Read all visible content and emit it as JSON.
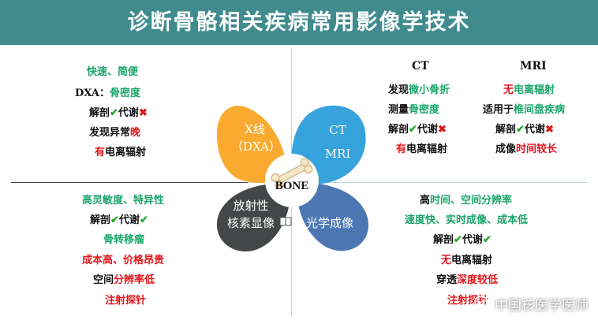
{
  "title": "诊断骨骼相关疾病常用影像学技术",
  "center": {
    "label": "BONE"
  },
  "petals": {
    "xray": {
      "line1": "X线",
      "line2": "（DXA）",
      "color": "#f9aa2f"
    },
    "ct_mri": {
      "line1": "CT",
      "line2": "MRI",
      "color": "#36a3dd"
    },
    "nuclear": {
      "line1": "放射性",
      "line2": "核素显像",
      "color": "#444748"
    },
    "optical": {
      "line1": "光学成像",
      "color": "#4d77b3"
    }
  },
  "top_left": {
    "l1": "快速、简便",
    "l2_a": "DXA：",
    "l2_b": "骨密度",
    "l3_a": "解剖",
    "l3_b": "代谢",
    "l4_a": "发现异常",
    "l4_b": "晚",
    "l5_a": "有",
    "l5_b": "电离辐射"
  },
  "top_right": {
    "ct": {
      "header": "CT",
      "l1_a": "发现",
      "l1_b": "微小骨折",
      "l2_a": "测量",
      "l2_b": "骨密度",
      "l3_a": "解剖",
      "l3_b": "代谢",
      "l4_a": "有",
      "l4_b": "电离辐射"
    },
    "mri": {
      "header": "MRI",
      "l1_a": "无",
      "l1_b": "电离辐射",
      "l2_a": "适用于",
      "l2_b": "椎间盘疾病",
      "l3_a": "解剖",
      "l3_b": "代谢",
      "l4_a": "成像",
      "l4_b": "时间较长"
    }
  },
  "bottom_left": {
    "l1": "高灵敏度、特异性",
    "l2_a": "解剖",
    "l2_b": "代谢",
    "l3": "骨转移瘤",
    "l4": "成本高、价格昂贵",
    "l5_a": "空间",
    "l5_b": "分辨率低",
    "l6": "注射探针"
  },
  "bottom_right": {
    "l1_a": "高",
    "l1_b": "时间、空间分辨率",
    "l2": "速度快、实时成像、成本低",
    "l3_a": "解剖",
    "l3_b": "代谢",
    "l4_a": "无",
    "l4_b": "电离辐射",
    "l5_a": "穿透",
    "l5_b": "深度较低",
    "l6": "注射探针"
  },
  "symbols": {
    "check": "✔",
    "cross": "✖"
  },
  "watermark": "中国核医学医师"
}
